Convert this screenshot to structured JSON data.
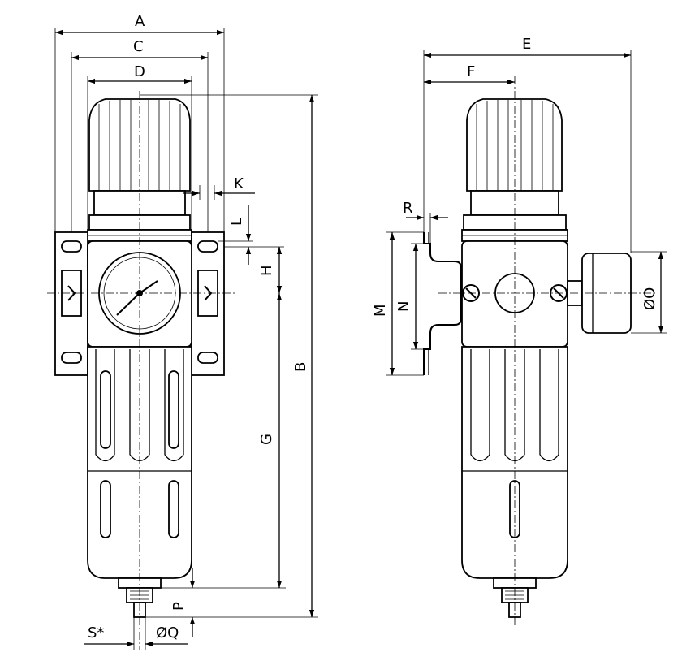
{
  "dimensions": {
    "A": "A",
    "B": "B",
    "C": "C",
    "D": "D",
    "E": "E",
    "F": "F",
    "G": "G",
    "H": "H",
    "K": "K",
    "L": "L",
    "M": "M",
    "N": "N",
    "O": "ØO",
    "P": "P",
    "Q": "ØQ",
    "R": "R",
    "S": "S*"
  }
}
